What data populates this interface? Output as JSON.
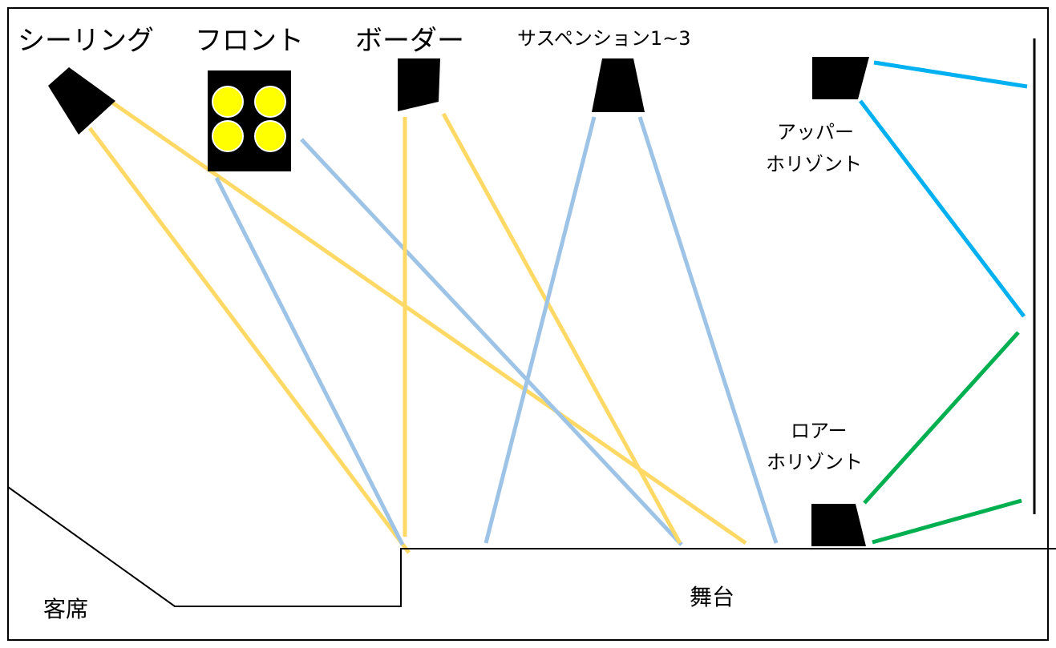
{
  "labels": {
    "ceiling": "シーリング",
    "front": "フロント",
    "border": "ボーダー",
    "suspension": "サスペンション1~3",
    "upper_horizont_line1": "アッパー",
    "upper_horizont_line2": "ホリゾント",
    "lower_horizont_line1": "ロアー",
    "lower_horizont_line2": "ホリゾント",
    "audience": "客席",
    "stage": "舞台"
  },
  "colors": {
    "beam_warm": "#FFD966",
    "beam_cool": "#9DC3E6",
    "beam_upper": "#00B0F0",
    "beam_lower": "#00B050",
    "fixture": "#000000",
    "front_lamp": "#FFFF00",
    "outline": "#000000"
  }
}
